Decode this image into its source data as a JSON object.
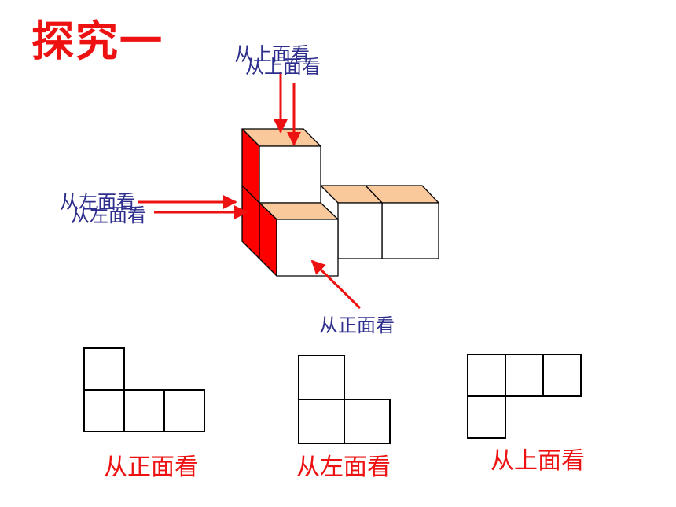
{
  "title": "探究一",
  "arrow_labels": {
    "top_a": "从上面看",
    "top_b": "从上面看",
    "left_a": "从左面看",
    "left_b": "从左面看",
    "front": "从正面看"
  },
  "views": {
    "front": {
      "caption": "从正面看",
      "cells": [
        [
          0,
          0
        ],
        [
          0,
          1
        ],
        [
          1,
          1
        ],
        [
          2,
          1
        ]
      ]
    },
    "left": {
      "caption": "从左面看",
      "cells": [
        [
          0,
          0
        ],
        [
          0,
          1
        ],
        [
          1,
          1
        ]
      ]
    },
    "top": {
      "caption": "从上面看",
      "cells": [
        [
          0,
          0
        ],
        [
          1,
          0
        ],
        [
          2,
          0
        ],
        [
          0,
          1
        ]
      ]
    }
  },
  "colors": {
    "title": "#ee1111",
    "caption": "#ee1111",
    "label": "#2e2e8e",
    "arrow": "#ee1111",
    "cube_top": "#f9c99b",
    "cube_side": "#ff0000",
    "cube_front": "#ffffff",
    "edge": "#000000"
  }
}
